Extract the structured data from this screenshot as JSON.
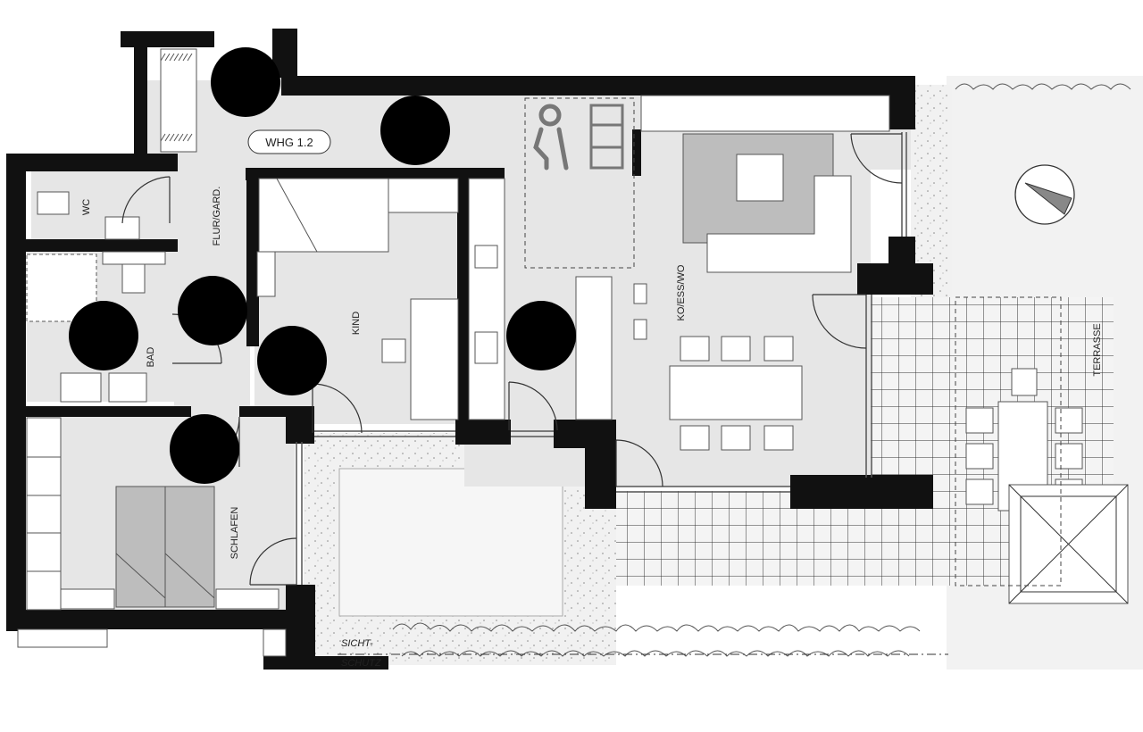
{
  "plan": {
    "unit_label": "WHG 1.2",
    "rooms": {
      "wc": "WC",
      "bad": "BAD",
      "flur": "FLUR/GARD.",
      "kind": "KIND",
      "schlafen": "SCHLAFEN",
      "kochen": "KO/ESS/WO",
      "terrasse": "TERRASSE"
    },
    "sichtschutz": [
      "SICHT-",
      "SCHUTZ"
    ],
    "colors": {
      "wall": "#111111",
      "floor": "#e6e6e6",
      "terrace_grid": "#333333",
      "furniture_dark": "#bdbdbd"
    },
    "icons": [
      "wheelchair-turning-circle-icon",
      "north-arrow-icon",
      "accessible-kitchen-user-icon"
    ]
  }
}
